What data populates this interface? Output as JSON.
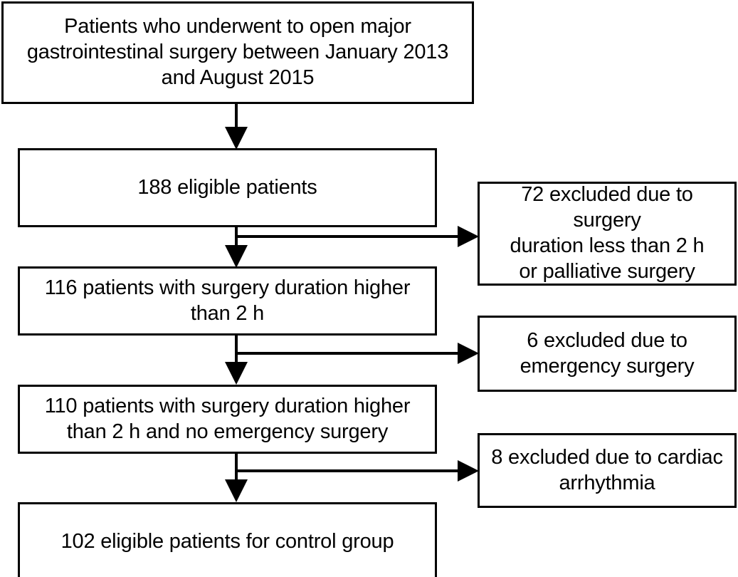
{
  "diagram": {
    "type": "flowchart",
    "title": "Patient selection flow diagram",
    "orientation": "top-to-bottom with right-side exclusion branches",
    "colors": {
      "stroke": "#000000",
      "fill": "#ffffff",
      "text": "#000000"
    },
    "main_nodes": [
      {
        "id": "enrolled",
        "text": "Patients who underwent to open major\ngastrointestinal surgery between January 2013\nand August 2015"
      },
      {
        "id": "eligible",
        "text": "188 eligible patients",
        "count": 188
      },
      {
        "id": "over2h",
        "text": "116 patients with surgery duration higher\nthan 2 h",
        "count": 116
      },
      {
        "id": "noemerg",
        "text": "110 patients with surgery duration higher\nthan 2 h and no emergency surgery",
        "count": 110
      },
      {
        "id": "control",
        "text": "102 eligible patients for control group",
        "count": 102
      }
    ],
    "exclusion_nodes": [
      {
        "id": "excl-duration",
        "text": "72 excluded due to surgery\nduration less than 2 h\nor palliative surgery",
        "count": 72
      },
      {
        "id": "excl-emerg",
        "text": "6 excluded due to\nemergency surgery",
        "count": 6
      },
      {
        "id": "excl-arrhyth",
        "text": "8 excluded due to cardiac\narrhythmia",
        "count": 8
      }
    ],
    "connectors": [
      {
        "id": "enrolled-to-eligible",
        "kind": "arrow-down"
      },
      {
        "id": "eligible-to-over2h",
        "kind": "arrow-down"
      },
      {
        "id": "eligible-to-excl-duration",
        "kind": "arrow-right"
      },
      {
        "id": "over2h-to-noemerg",
        "kind": "arrow-down"
      },
      {
        "id": "over2h-to-excl-emerg",
        "kind": "arrow-right"
      },
      {
        "id": "noemerg-to-control",
        "kind": "arrow-down"
      },
      {
        "id": "noemerg-to-excl-arrhyth",
        "kind": "arrow-right"
      }
    ]
  }
}
